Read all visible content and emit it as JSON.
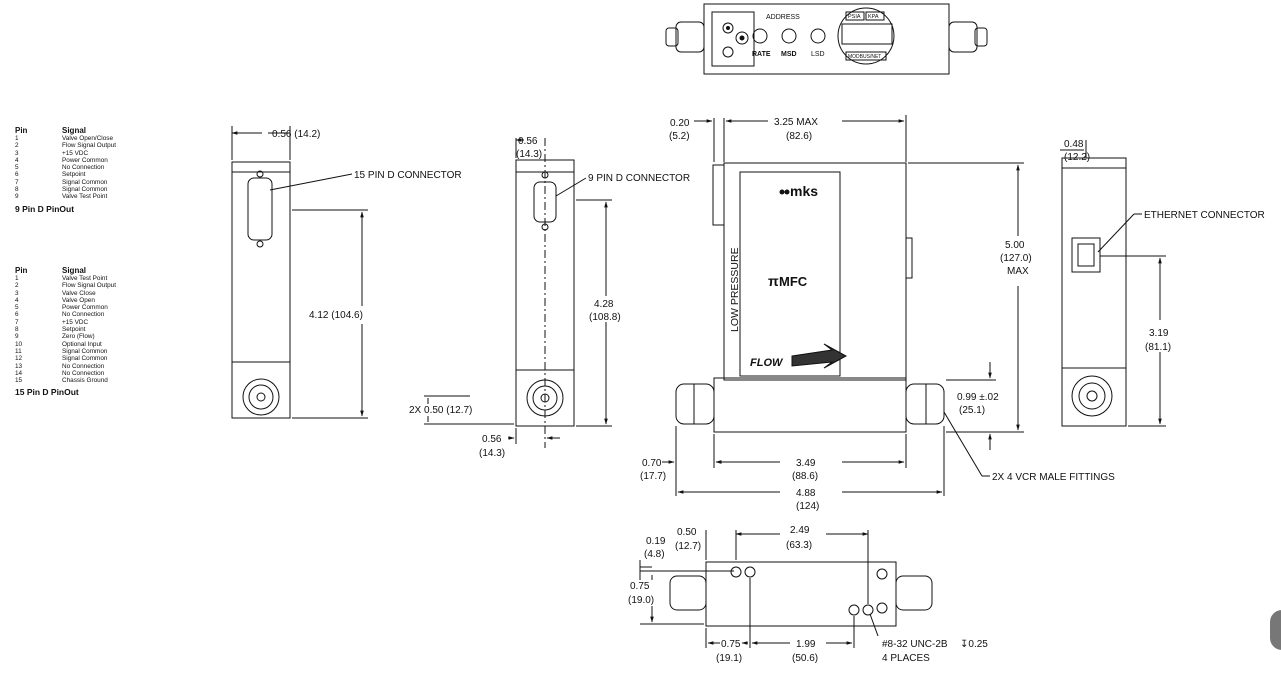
{
  "pinout_9": {
    "header_pin": "Pin",
    "header_signal": "Signal",
    "rows": [
      {
        "pin": "1",
        "signal": "Valve Open/Close"
      },
      {
        "pin": "2",
        "signal": "Flow Signal Output"
      },
      {
        "pin": "3",
        "signal": "+15 VDC"
      },
      {
        "pin": "4",
        "signal": "Power Common"
      },
      {
        "pin": "5",
        "signal": "No Connection"
      },
      {
        "pin": "6",
        "signal": "Setpoint"
      },
      {
        "pin": "7",
        "signal": "Signal Common"
      },
      {
        "pin": "8",
        "signal": "Signal Common"
      },
      {
        "pin": "9",
        "signal": "Valve Test Point"
      }
    ],
    "title": "9 Pin D PinOut"
  },
  "pinout_15": {
    "header_pin": "Pin",
    "header_signal": "Signal",
    "rows": [
      {
        "pin": "1",
        "signal": "Valve Test Point"
      },
      {
        "pin": "2",
        "signal": "Flow Signal Output"
      },
      {
        "pin": "3",
        "signal": "Valve Close"
      },
      {
        "pin": "4",
        "signal": "Valve Open"
      },
      {
        "pin": "5",
        "signal": "Power Common"
      },
      {
        "pin": "6",
        "signal": "No Connection"
      },
      {
        "pin": "7",
        "signal": "+15 VDC"
      },
      {
        "pin": "8",
        "signal": "Setpoint"
      },
      {
        "pin": "9",
        "signal": "Zero (Flow)"
      },
      {
        "pin": "10",
        "signal": "Optional Input"
      },
      {
        "pin": "11",
        "signal": "Signal Common"
      },
      {
        "pin": "12",
        "signal": "Signal Common"
      },
      {
        "pin": "13",
        "signal": "No Connection"
      },
      {
        "pin": "14",
        "signal": "No Connection"
      },
      {
        "pin": "15",
        "signal": "Chassis Ground"
      }
    ],
    "title": "15 Pin D PinOut"
  },
  "top_view": {
    "address": "ADDRESS",
    "rate": "RATE",
    "msd": "MSD",
    "lsd": "LSD",
    "psia": "PSIA",
    "kpa": "KPA",
    "modbus": "MODBUS/NET"
  },
  "view_15pin": {
    "width_dim": "0.56 (14.2)",
    "connector_label": "15 PIN D CONNECTOR",
    "height_dim": "4.12 (104.6)"
  },
  "view_9pin": {
    "width_dim_1": "0.56",
    "width_dim_2": "(14.3)",
    "connector_label": "9 PIN D CONNECTOR",
    "height_dim_1": "4.28",
    "height_dim_2": "(108.8)",
    "left_dim": "2X 0.50 (12.7)",
    "bottom_dim_1": "0.56",
    "bottom_dim_2": "(14.3)"
  },
  "front_view": {
    "top_left_1": "0.20",
    "top_left_2": "(5.2)",
    "width_1": "3.25 MAX",
    "width_2": "(82.6)",
    "height_1": "5.00",
    "height_2": "(127.0)",
    "height_3": "MAX",
    "brand": "mks",
    "product": "MFC",
    "side_label": "LOW PRESSURE",
    "flow": "FLOW",
    "fitting_h_1": "0.99 ±.02",
    "fitting_h_2": "(25.1)",
    "left_1": "0.70",
    "left_2": "(17.7)",
    "center_1": "3.49",
    "center_2": "(88.6)",
    "overall_1": "4.88",
    "overall_2": "(124)",
    "fittings_label": "2X 4 VCR MALE FITTINGS"
  },
  "side_view": {
    "dim_1": "0.48",
    "dim_2": "(12.2)",
    "ethernet_label": "ETHERNET CONNECTOR",
    "height_1": "3.19",
    "height_2": "(81.1)"
  },
  "bottom_view": {
    "d019_1": "0.19",
    "d019_2": "(4.8)",
    "d050_1": "0.50",
    "d050_2": "(12.7)",
    "d249_1": "2.49",
    "d249_2": "(63.3)",
    "d075v_1": "0.75",
    "d075v_2": "(19.0)",
    "d075h_1": "0.75",
    "d075h_2": "(19.1)",
    "d199_1": "1.99",
    "d199_2": "(50.6)",
    "thread_1": "#8-32 UNC-2B",
    "thread_2": "4 PLACES",
    "depth": "↧0.25"
  }
}
